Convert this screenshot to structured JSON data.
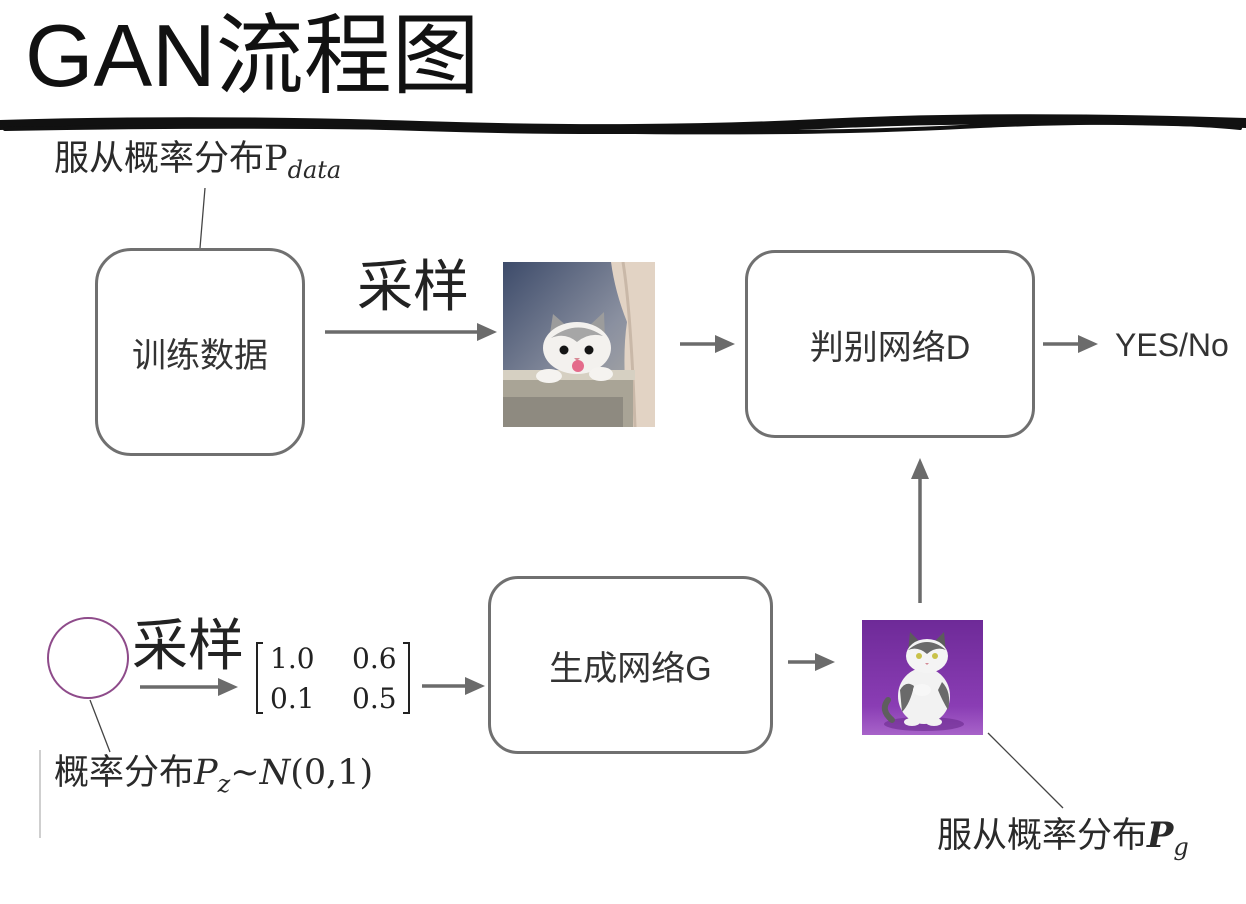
{
  "title": "GAN流程图",
  "nodes": {
    "training_data": "训练数据",
    "discriminator": "判别网络D",
    "generator": "生成网络G"
  },
  "edge_labels": {
    "sample_real": "采样",
    "sample_noise": "采样"
  },
  "output_label": "YES/No",
  "noise_matrix": [
    [
      "1.0",
      "0.6"
    ],
    [
      "0.1",
      "0.5"
    ]
  ],
  "annotations": {
    "real_distribution": {
      "text": "服从概率分布",
      "symbol": "P",
      "subscript": "data"
    },
    "noise_distribution": {
      "text": "概率分布",
      "symbol": "P",
      "subscript": "z",
      "tilde": "~",
      "dist": "N",
      "params": "(0,1)"
    },
    "generated_distribution": {
      "text": "服从概率分布",
      "symbol": "P",
      "subscript": "g"
    }
  },
  "images": {
    "real_sample": {
      "icon": "cat-photo"
    },
    "generated_sample": {
      "icon": "cat-photo"
    }
  },
  "colors": {
    "box_border": "#707070",
    "arrow": "#6b6b6b",
    "noise_circle": "#8e4b8a",
    "text": "#2a2a2a",
    "divider": "#111111"
  }
}
